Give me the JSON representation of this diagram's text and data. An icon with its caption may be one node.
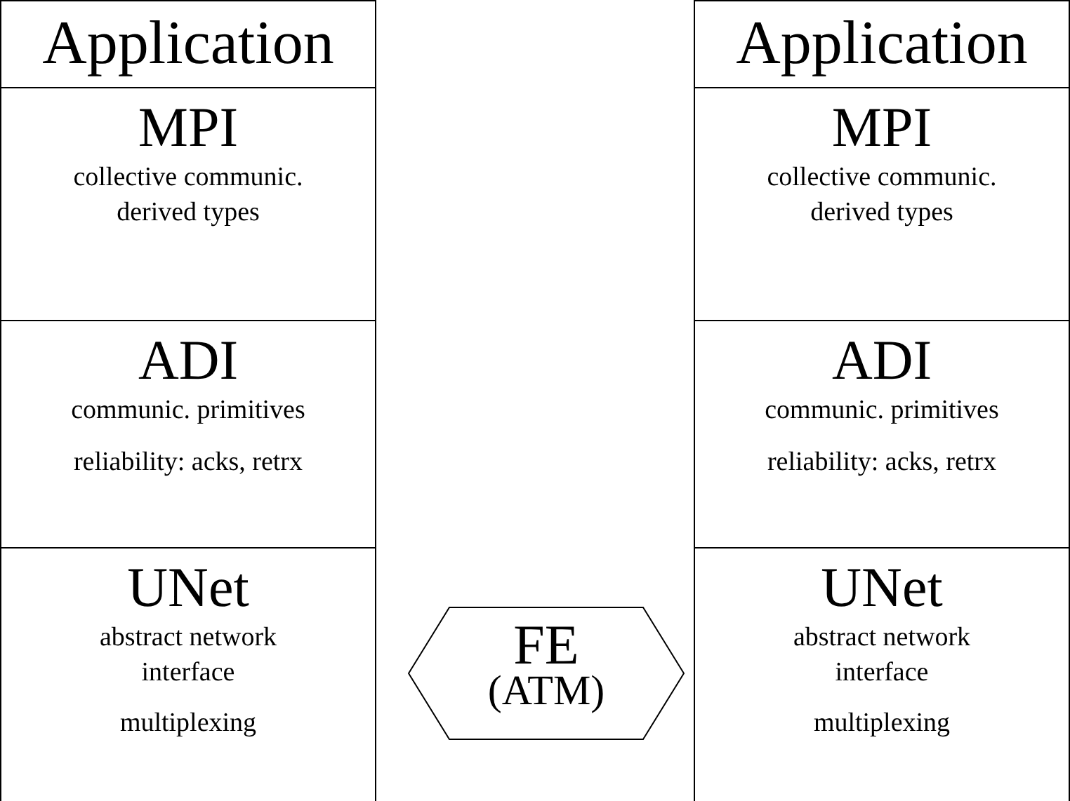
{
  "diagram": {
    "nodes": [
      {
        "text": [
          "Application"
        ]
      },
      {
        "text": [
          "MPI",
          "collective communic. derived types"
        ]
      },
      {
        "text": [
          "ADI",
          "communic. primitives",
          "reliability: acks, retrx"
        ]
      },
      {
        "text": [
          "UNet",
          "abstract network interface",
          "multiplexing"
        ]
      },
      {
        "text": [
          "FE",
          "(ATM)"
        ]
      },
      {
        "text": [
          "Application"
        ]
      },
      {
        "text": [
          "MPI",
          "collective communic. derived types"
        ]
      },
      {
        "text": [
          "ADI",
          "communic. primitives",
          "reliability: acks, retrx"
        ]
      },
      {
        "text": [
          "UNet",
          "abstract network interface",
          "multiplexing"
        ]
      }
    ],
    "edges": []
  }
}
